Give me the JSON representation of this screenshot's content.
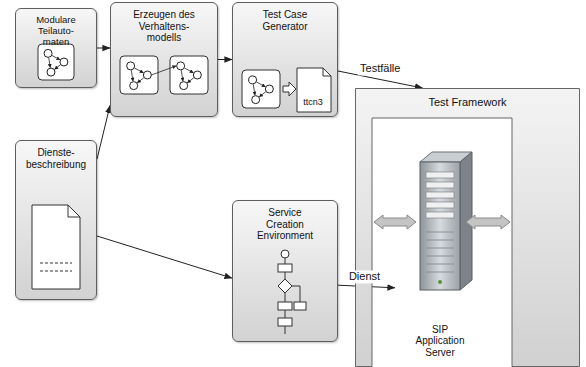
{
  "diagram": {
    "nodes": [
      {
        "text": [
          "Modulare Teilauto- maten"
        ]
      },
      {
        "text": [
          "Erzeugen des Verhaltens- modells"
        ]
      },
      {
        "text": [
          "Test Case Generator",
          "ttcn3"
        ]
      },
      {
        "text": [
          "Dienste- beschreibung"
        ]
      },
      {
        "text": [
          "Service Creation Environment"
        ]
      },
      {
        "text": [
          "Test Framework"
        ]
      },
      {
        "text": [
          "SIP Application Server"
        ],
        "in": 5
      }
    ],
    "edges": [
      {
        "from": 0,
        "to": 1,
        "arrow": "to"
      },
      {
        "from": 3,
        "to": 1,
        "arrow": "to"
      },
      {
        "from": 1,
        "to": 2,
        "arrow": "to"
      },
      {
        "from": 2,
        "to": 5,
        "label": "Testfälle",
        "arrow": "to"
      },
      {
        "from": 3,
        "to": 4,
        "arrow": "to"
      },
      {
        "from": 4,
        "to": 6,
        "label": "Dienst",
        "arrow": "to"
      }
    ]
  }
}
